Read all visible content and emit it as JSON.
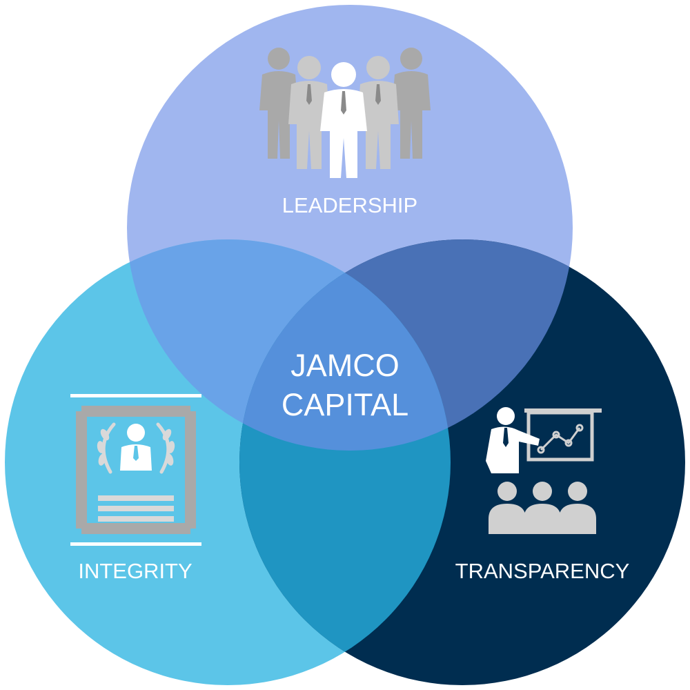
{
  "diagram": {
    "center": {
      "line1": "JAMCO",
      "line2": "CAPITAL"
    },
    "circles": {
      "leadership": {
        "label": "LEADERSHIP",
        "color": "#a0b6ef",
        "icon": "team-icon"
      },
      "integrity": {
        "label": "INTEGRITY",
        "color": "#5cc5e8",
        "icon": "certificate-icon"
      },
      "transparency": {
        "label": "TRANSPARENCY",
        "color": "#002d50",
        "icon": "presentation-icon"
      }
    },
    "overlap_colors": {
      "leadership_integrity": "#69a3e8",
      "leadership_transparency": "#4971b6",
      "integrity_transparency": "#1f95c2",
      "center": "#5590db"
    }
  }
}
